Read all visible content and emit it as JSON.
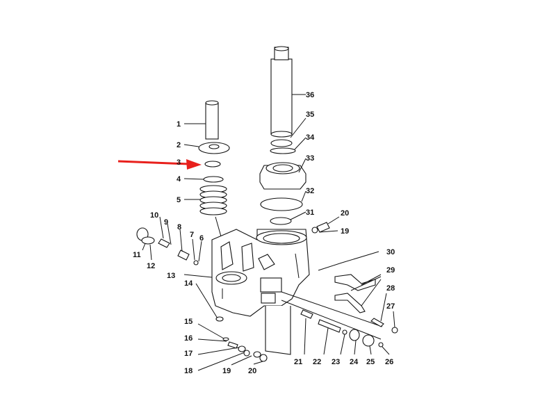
{
  "labels": {
    "p1": "1",
    "p2": "2",
    "p3": "3",
    "p4": "4",
    "p5": "5",
    "p6": "6",
    "p7": "7",
    "p8": "8",
    "p9": "9",
    "p10": "10",
    "p11": "11",
    "p12": "12",
    "p13": "13",
    "p14": "14",
    "p15": "15",
    "p16": "16",
    "p17": "17",
    "p18": "18",
    "p19a": "19",
    "p19b": "19",
    "p20a": "20",
    "p20b": "20",
    "p21": "21",
    "p22": "22",
    "p23": "23",
    "p24": "24",
    "p25": "25",
    "p26": "26",
    "p27": "27",
    "p28": "28",
    "p29": "29",
    "p30": "30",
    "p31": "31",
    "p32": "32",
    "p33": "33",
    "p34": "34",
    "p35": "35",
    "p36": "36"
  },
  "colors": {
    "arrow": "#e8201c",
    "ink": "#111111"
  }
}
